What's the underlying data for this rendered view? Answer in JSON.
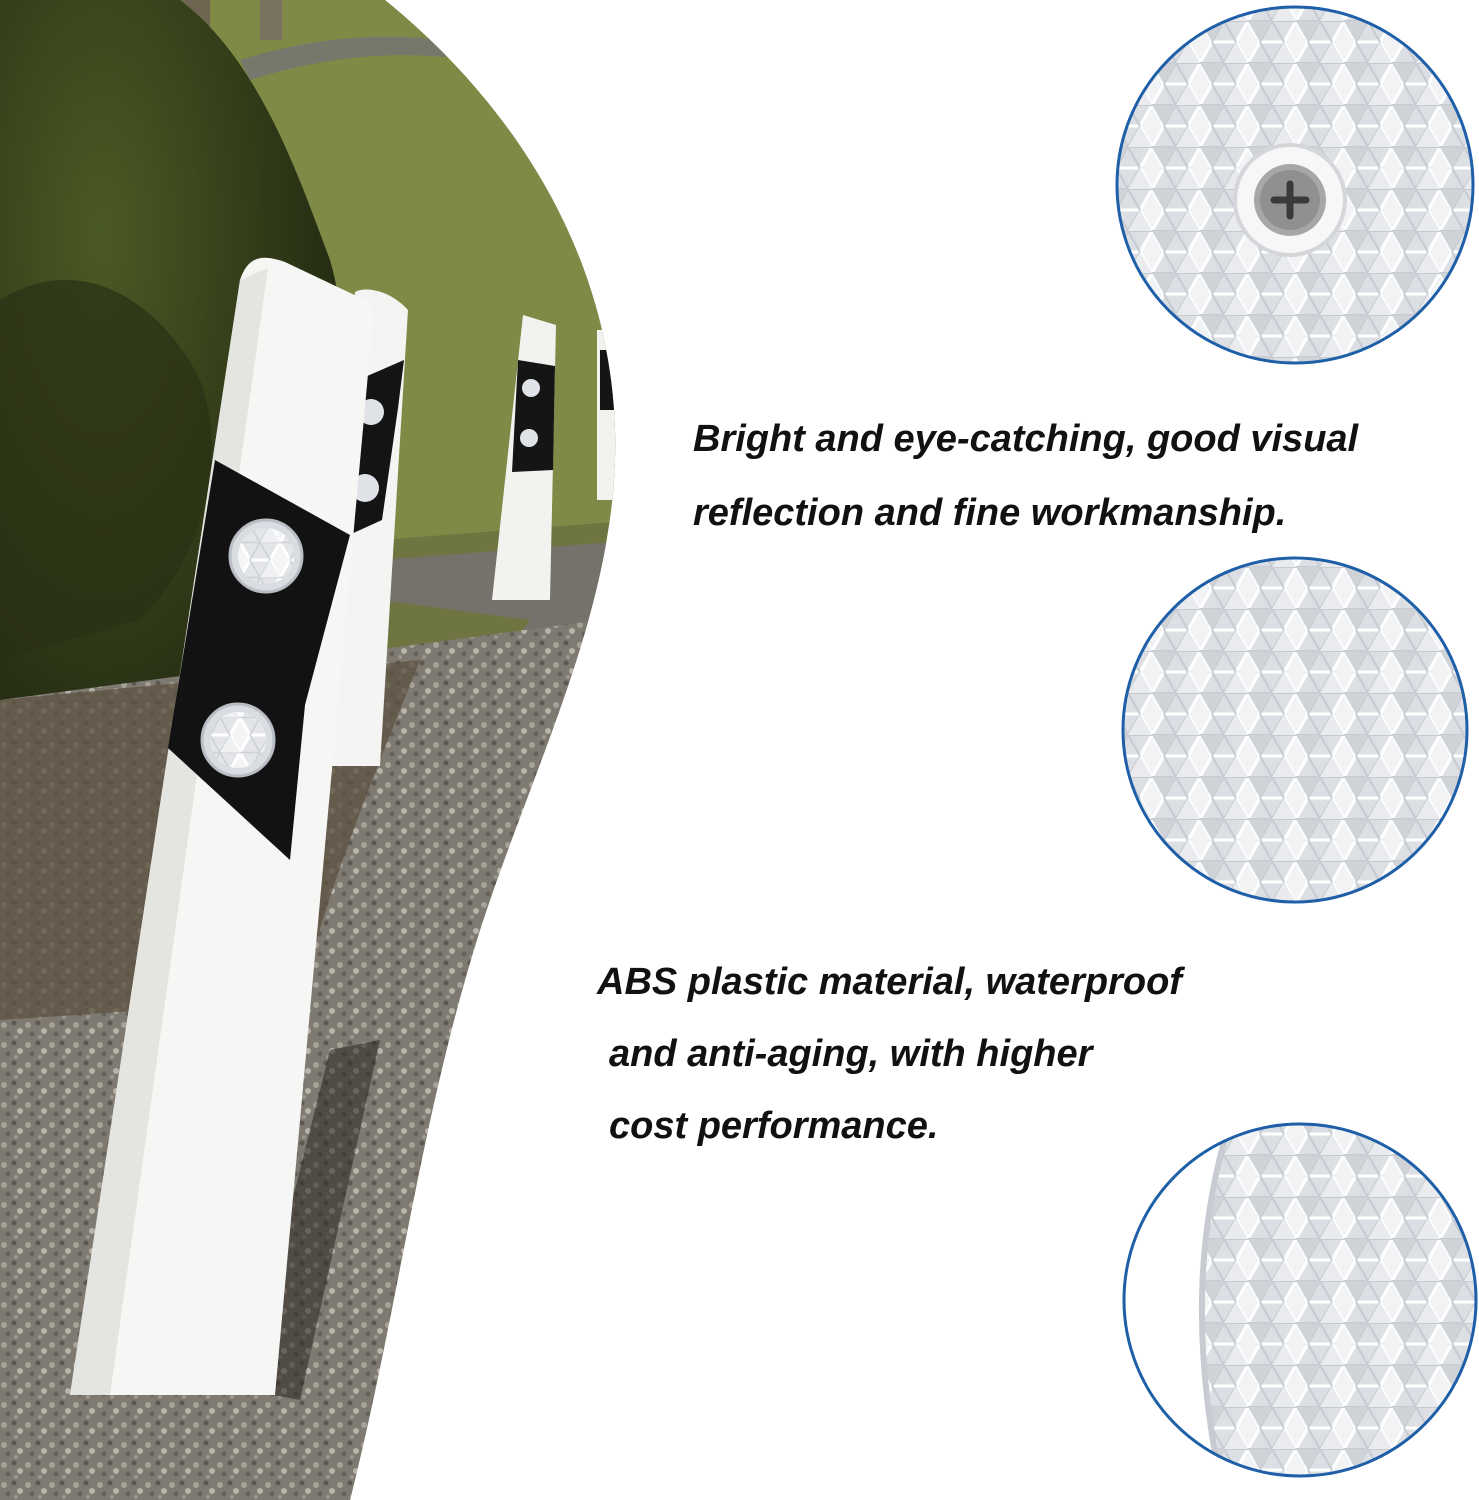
{
  "features": [
    {
      "lines": [
        "Bright and eye-catching, good visual",
        "reflection and fine workmanship."
      ]
    },
    {
      "lines": [
        "ABS plastic material, waterproof",
        "and anti-aging, with higher",
        "cost performance."
      ]
    }
  ],
  "colors": {
    "circle_border": "#1e5fa8",
    "background": "#ffffff",
    "text": "#111111",
    "post_white": "#f4f4f2",
    "post_black": "#141414"
  },
  "detail_views": [
    {
      "subject": "reflector with center screw"
    },
    {
      "subject": "hexagon reflector surface"
    },
    {
      "subject": "reflector edge close-up"
    }
  ]
}
